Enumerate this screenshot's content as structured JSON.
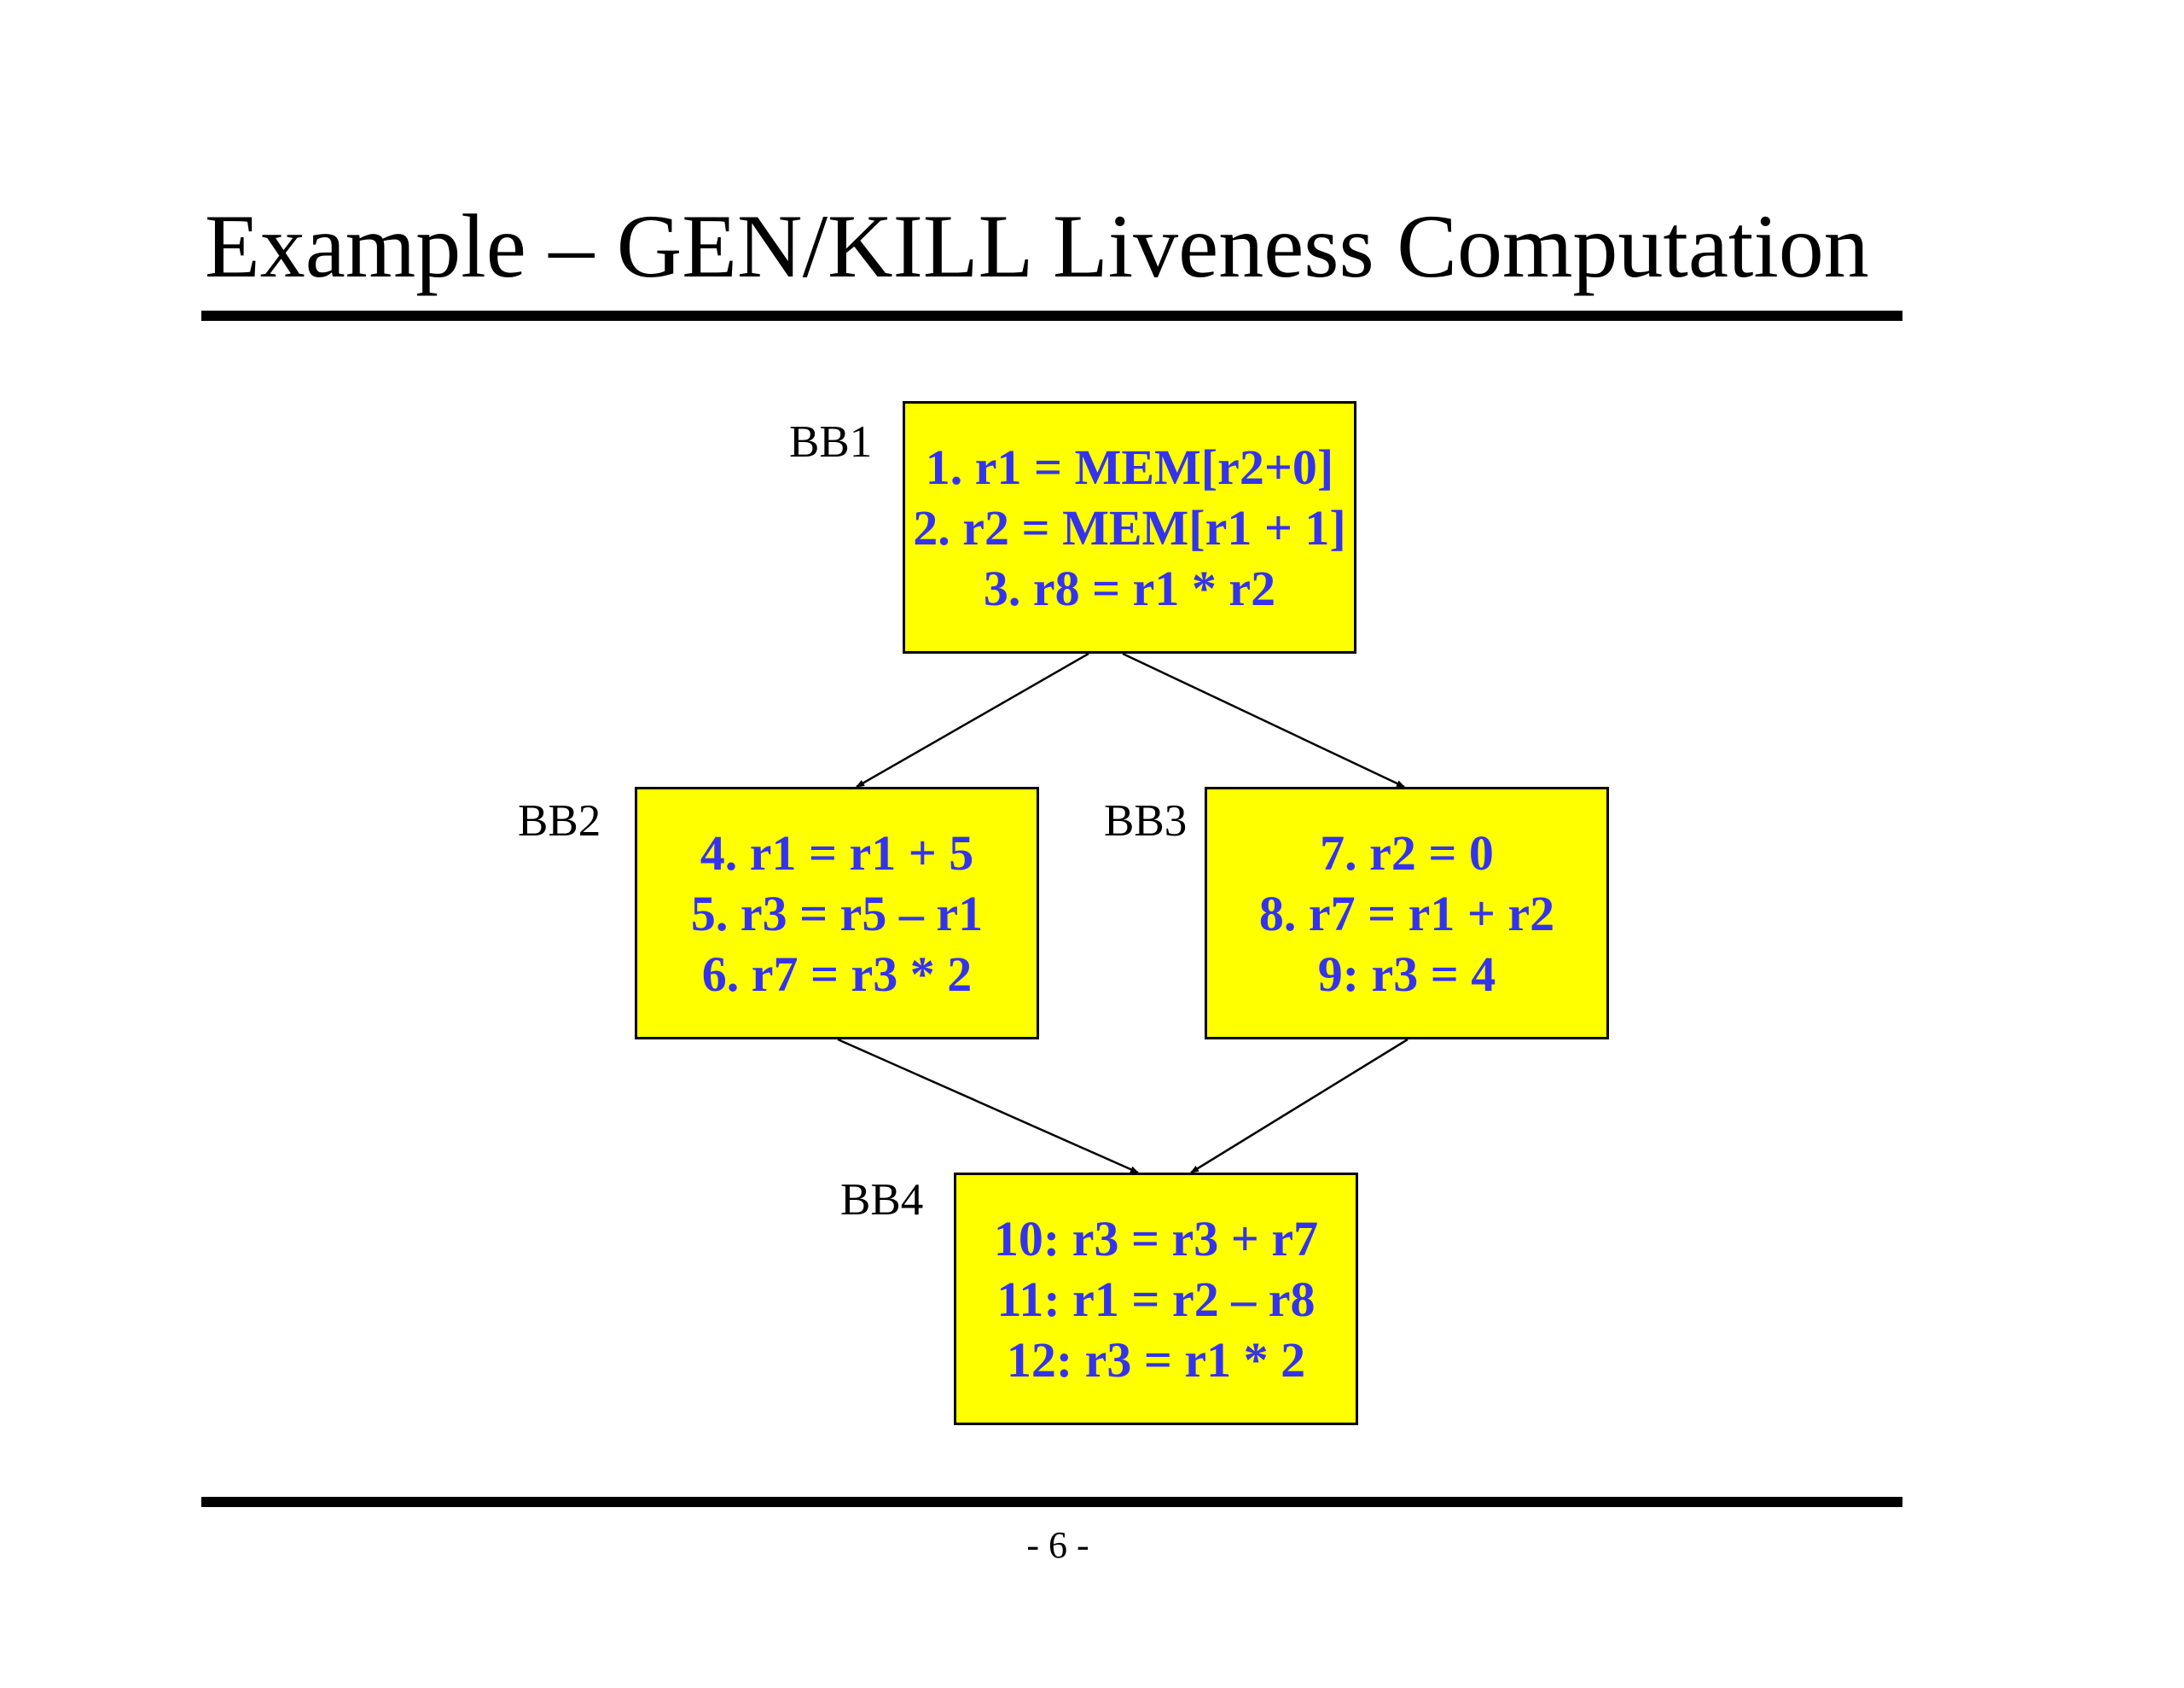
{
  "title": "Example – GEN/KILL Liveness Computation",
  "page_number": "- 6 -",
  "colors": {
    "block_fill": "#ffff00",
    "instruction_text": "#3333ee",
    "rule": "#000000"
  },
  "blocks": [
    {
      "label": "BB1",
      "instructions": [
        "1. r1 = MEM[r2+0]",
        "2. r2 = MEM[r1 + 1]",
        "3. r8 = r1 * r2"
      ]
    },
    {
      "label": "BB2",
      "instructions": [
        "4. r1 = r1 + 5",
        "5. r3 = r5 – r1",
        "6. r7 = r3 * 2"
      ]
    },
    {
      "label": "BB3",
      "instructions": [
        "7. r2 = 0",
        "8. r7 = r1 + r2",
        "9: r3 = 4"
      ]
    },
    {
      "label": "BB4",
      "instructions": [
        "10: r3 = r3 + r7",
        "11: r1 = r2 – r8",
        "12: r3 = r1 * 2"
      ]
    }
  ],
  "edges": [
    {
      "from": "BB1",
      "to": "BB2"
    },
    {
      "from": "BB1",
      "to": "BB3"
    },
    {
      "from": "BB2",
      "to": "BB4"
    },
    {
      "from": "BB3",
      "to": "BB4"
    }
  ]
}
